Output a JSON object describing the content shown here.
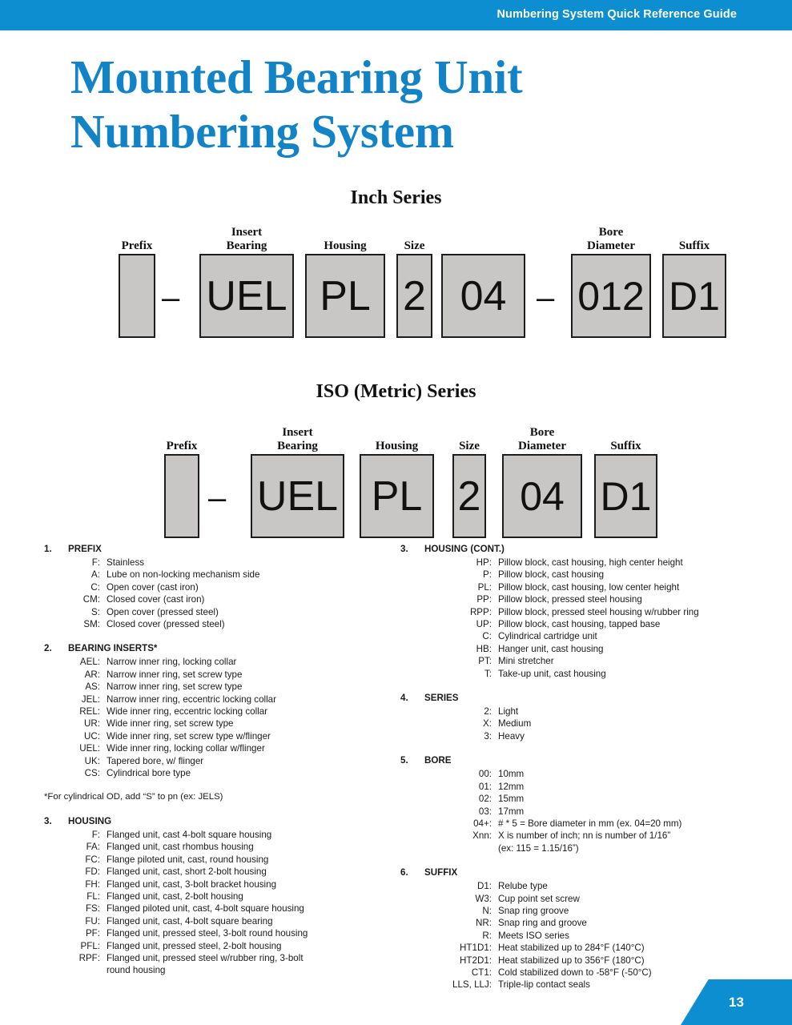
{
  "header": {
    "title": "Numbering System Quick Reference Guide",
    "bar_color": "#0d8ed0"
  },
  "page_title": {
    "line1": "Mounted Bearing Unit",
    "line2": "Numbering System",
    "color": "#1283c6"
  },
  "diagrams": [
    {
      "title": "Inch Series",
      "segments": [
        {
          "label": "Prefix",
          "value": ""
        },
        {
          "label": "Insert Bearing",
          "label_line1": "Insert",
          "label_line2": "Bearing",
          "value": "UEL"
        },
        {
          "label": "Housing",
          "value": "PL"
        },
        {
          "label": "Size",
          "value": "2"
        },
        {
          "label": "",
          "value": "04"
        },
        {
          "label": "Bore Diameter",
          "label_line1": "Bore",
          "label_line2": "Diameter",
          "value": "012"
        },
        {
          "label": "Suffix",
          "value": "D1"
        }
      ],
      "separators": [
        "–",
        "–"
      ]
    },
    {
      "title": "ISO (Metric) Series",
      "segments": [
        {
          "label": "Prefix",
          "value": ""
        },
        {
          "label": "Insert Bearing",
          "label_line1": "Insert",
          "label_line2": "Bearing",
          "value": "UEL"
        },
        {
          "label": "Housing",
          "value": "PL"
        },
        {
          "label": "Size",
          "value": "2"
        },
        {
          "label": "Bore Diameter",
          "label_line1": "Bore",
          "label_line2": "Diameter",
          "value": "04"
        },
        {
          "label": "Suffix",
          "value": "D1"
        }
      ],
      "separators": [
        "–"
      ]
    }
  ],
  "legend_left": [
    {
      "number": "1.",
      "heading": "PREFIX",
      "entries": [
        {
          "code": "F:",
          "desc": "Stainless"
        },
        {
          "code": "A:",
          "desc": "Lube on non-locking mechanism side"
        },
        {
          "code": "C:",
          "desc": "Open cover (cast iron)"
        },
        {
          "code": "CM:",
          "desc": "Closed cover (cast iron)"
        },
        {
          "code": "S:",
          "desc": "Open cover (pressed steel)"
        },
        {
          "code": "SM:",
          "desc": "Closed cover (pressed steel)"
        }
      ]
    },
    {
      "number": "2.",
      "heading": "BEARING INSERTS*",
      "entries": [
        {
          "code": "AEL:",
          "desc": "Narrow inner ring, locking collar"
        },
        {
          "code": "AR:",
          "desc": "Narrow inner ring, set screw type"
        },
        {
          "code": "AS:",
          "desc": "Narrow inner ring, set screw type"
        },
        {
          "code": "JEL:",
          "desc": "Narrow inner ring, eccentric locking collar"
        },
        {
          "code": "REL:",
          "desc": "Wide inner ring, eccentric locking collar"
        },
        {
          "code": "UR:",
          "desc": "Wide inner ring, set screw type"
        },
        {
          "code": "UC:",
          "desc": "Wide inner ring, set screw type w/flinger"
        },
        {
          "code": "UEL:",
          "desc": "Wide inner ring, locking collar w/flinger"
        },
        {
          "code": "UK:",
          "desc": "Tapered bore,  w/ flinger"
        },
        {
          "code": "CS:",
          "desc": "Cylindrical bore type"
        }
      ],
      "note": "*For cylindrical OD, add “S” to pn (ex: JELS)"
    },
    {
      "number": "3.",
      "heading": "HOUSING",
      "entries": [
        {
          "code": "F:",
          "desc": "Flanged unit, cast 4-bolt square housing"
        },
        {
          "code": "FA:",
          "desc": "Flanged unit, cast rhombus housing"
        },
        {
          "code": "FC:",
          "desc": "Flange piloted unit, cast, round housing"
        },
        {
          "code": "FD:",
          "desc": "Flanged unit, cast, short 2-bolt housing"
        },
        {
          "code": "FH:",
          "desc": "Flanged unit, cast, 3-bolt bracket housing"
        },
        {
          "code": "FL:",
          "desc": "Flanged unit, cast, 2-bolt housing"
        },
        {
          "code": "FS:",
          "desc": "Flanged piloted unit, cast, 4-bolt square housing"
        },
        {
          "code": "FU:",
          "desc": "Flanged unit, cast, 4-bolt square bearing"
        },
        {
          "code": "PF:",
          "desc": "Flanged unit, pressed steel, 3-bolt round housing"
        },
        {
          "code": "PFL:",
          "desc": "Flanged unit, pressed steel, 2-bolt housing"
        },
        {
          "code": "RPF:",
          "desc": "Flanged unit, pressed steel w/rubber ring, 3-bolt",
          "desc2": "round housing"
        }
      ]
    }
  ],
  "legend_right": [
    {
      "number": "3.",
      "heading": "HOUSING (CONT.)",
      "entries": [
        {
          "code": "HP:",
          "desc": "Pillow block, cast housing, high center height"
        },
        {
          "code": "P:",
          "desc": "Pillow block, cast housing"
        },
        {
          "code": "PL:",
          "desc": "Pillow block, cast housing, low center height"
        },
        {
          "code": "PP:",
          "desc": "Pillow block, pressed steel housing"
        },
        {
          "code": "RPP:",
          "desc": "Pillow block, pressed steel housing w/rubber ring"
        },
        {
          "code": "UP:",
          "desc": "Pillow block, cast housing, tapped base"
        },
        {
          "code": "C:",
          "desc": "Cylindrical cartridge unit"
        },
        {
          "code": "HB:",
          "desc": "Hanger unit, cast housing"
        },
        {
          "code": "PT:",
          "desc": "Mini stretcher"
        },
        {
          "code": "T:",
          "desc": "Take-up unit, cast housing"
        }
      ]
    },
    {
      "number": "4.",
      "heading": "SERIES",
      "entries": [
        {
          "code": "2:",
          "desc": "Light"
        },
        {
          "code": "X:",
          "desc": "Medium"
        },
        {
          "code": "3:",
          "desc": "Heavy"
        }
      ]
    },
    {
      "number": "5.",
      "heading": "BORE",
      "entries": [
        {
          "code": "00:",
          "desc": "10mm"
        },
        {
          "code": "01:",
          "desc": "12mm"
        },
        {
          "code": "02:",
          "desc": "15mm"
        },
        {
          "code": "03:",
          "desc": "17mm"
        },
        {
          "code": "04+:",
          "desc": "# * 5 = Bore diameter in mm (ex. 04=20 mm)"
        },
        {
          "code": "Xnn:",
          "desc": "X is number of inch; nn is number of 1/16”",
          "desc2": "(ex: 115 = 1.15/16”)"
        }
      ]
    },
    {
      "number": "6.",
      "heading": "SUFFIX",
      "entries": [
        {
          "code": "D1:",
          "desc": "Relube type"
        },
        {
          "code": "W3:",
          "desc": "Cup point set screw"
        },
        {
          "code": "N:",
          "desc": "Snap ring groove"
        },
        {
          "code": "NR:",
          "desc": "Snap ring and groove"
        },
        {
          "code": "R:",
          "desc": "Meets ISO series"
        },
        {
          "code": "HT1D1:",
          "desc": "Heat stabilized up to 284°F (140°C)"
        },
        {
          "code": "HT2D1:",
          "desc": "Heat stabilized up to 356°F (180°C)"
        },
        {
          "code": "CT1:",
          "desc": "Cold stabilized down to -58°F (-50°C)"
        },
        {
          "code": "LLS, LLJ:",
          "desc": "Triple-lip contact seals"
        }
      ]
    }
  ],
  "footer": {
    "page_number": "13",
    "tab_color": "#0d8ed0"
  }
}
